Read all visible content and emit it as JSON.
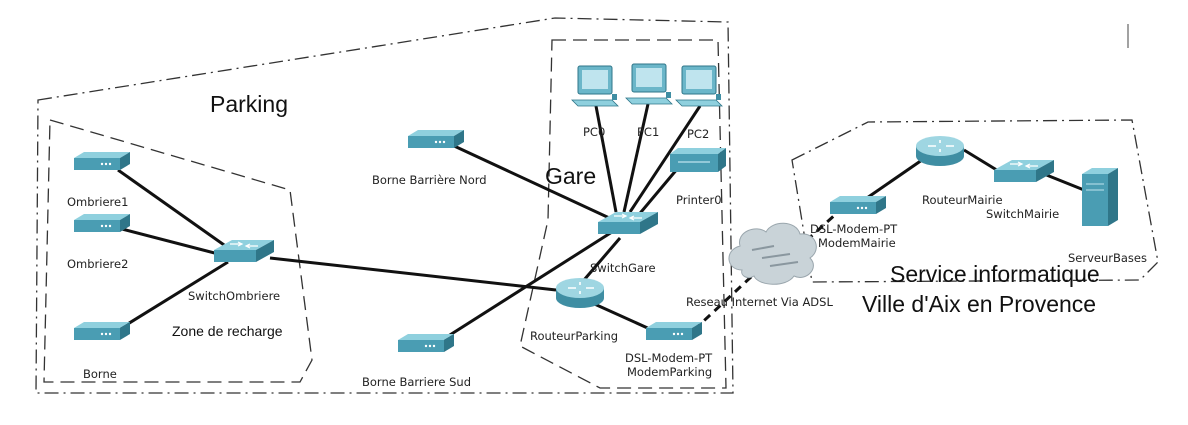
{
  "zones": {
    "parking": "Parking",
    "gare": "Gare",
    "recharge": "Zone de recharge",
    "service_line1": "Service informatique",
    "service_line2": "Ville d'Aix en Provence"
  },
  "devices": {
    "ombriere1": "Ombriere1",
    "ombriere2": "Ombriere2",
    "borne": "Borne",
    "switch_ombriere": "SwitchOmbriere",
    "borne_nord": "Borne Barrière Nord",
    "borne_sud": "Borne Barriere Sud",
    "pc0": "PC0",
    "pc1": "PC1",
    "pc2": "PC2",
    "printer": "Printer0",
    "switch_gare": "SwitchGare",
    "routeur_parking": "RouteurParking",
    "modem_parking_type": "DSL-Modem-PT",
    "modem_parking_name": "ModemParking",
    "internet": "Reseau Internet Via ADSL",
    "modem_mairie_type": "DSL-Modem-PT",
    "modem_mairie_name": "ModemMairie",
    "routeur_mairie": "RouteurMairie",
    "switch_mairie": "SwitchMairie",
    "serveur": "ServeurBases"
  },
  "colors": {
    "device_top": "#7ec4d4",
    "device_side": "#3f8ea3",
    "link": "#111111"
  }
}
